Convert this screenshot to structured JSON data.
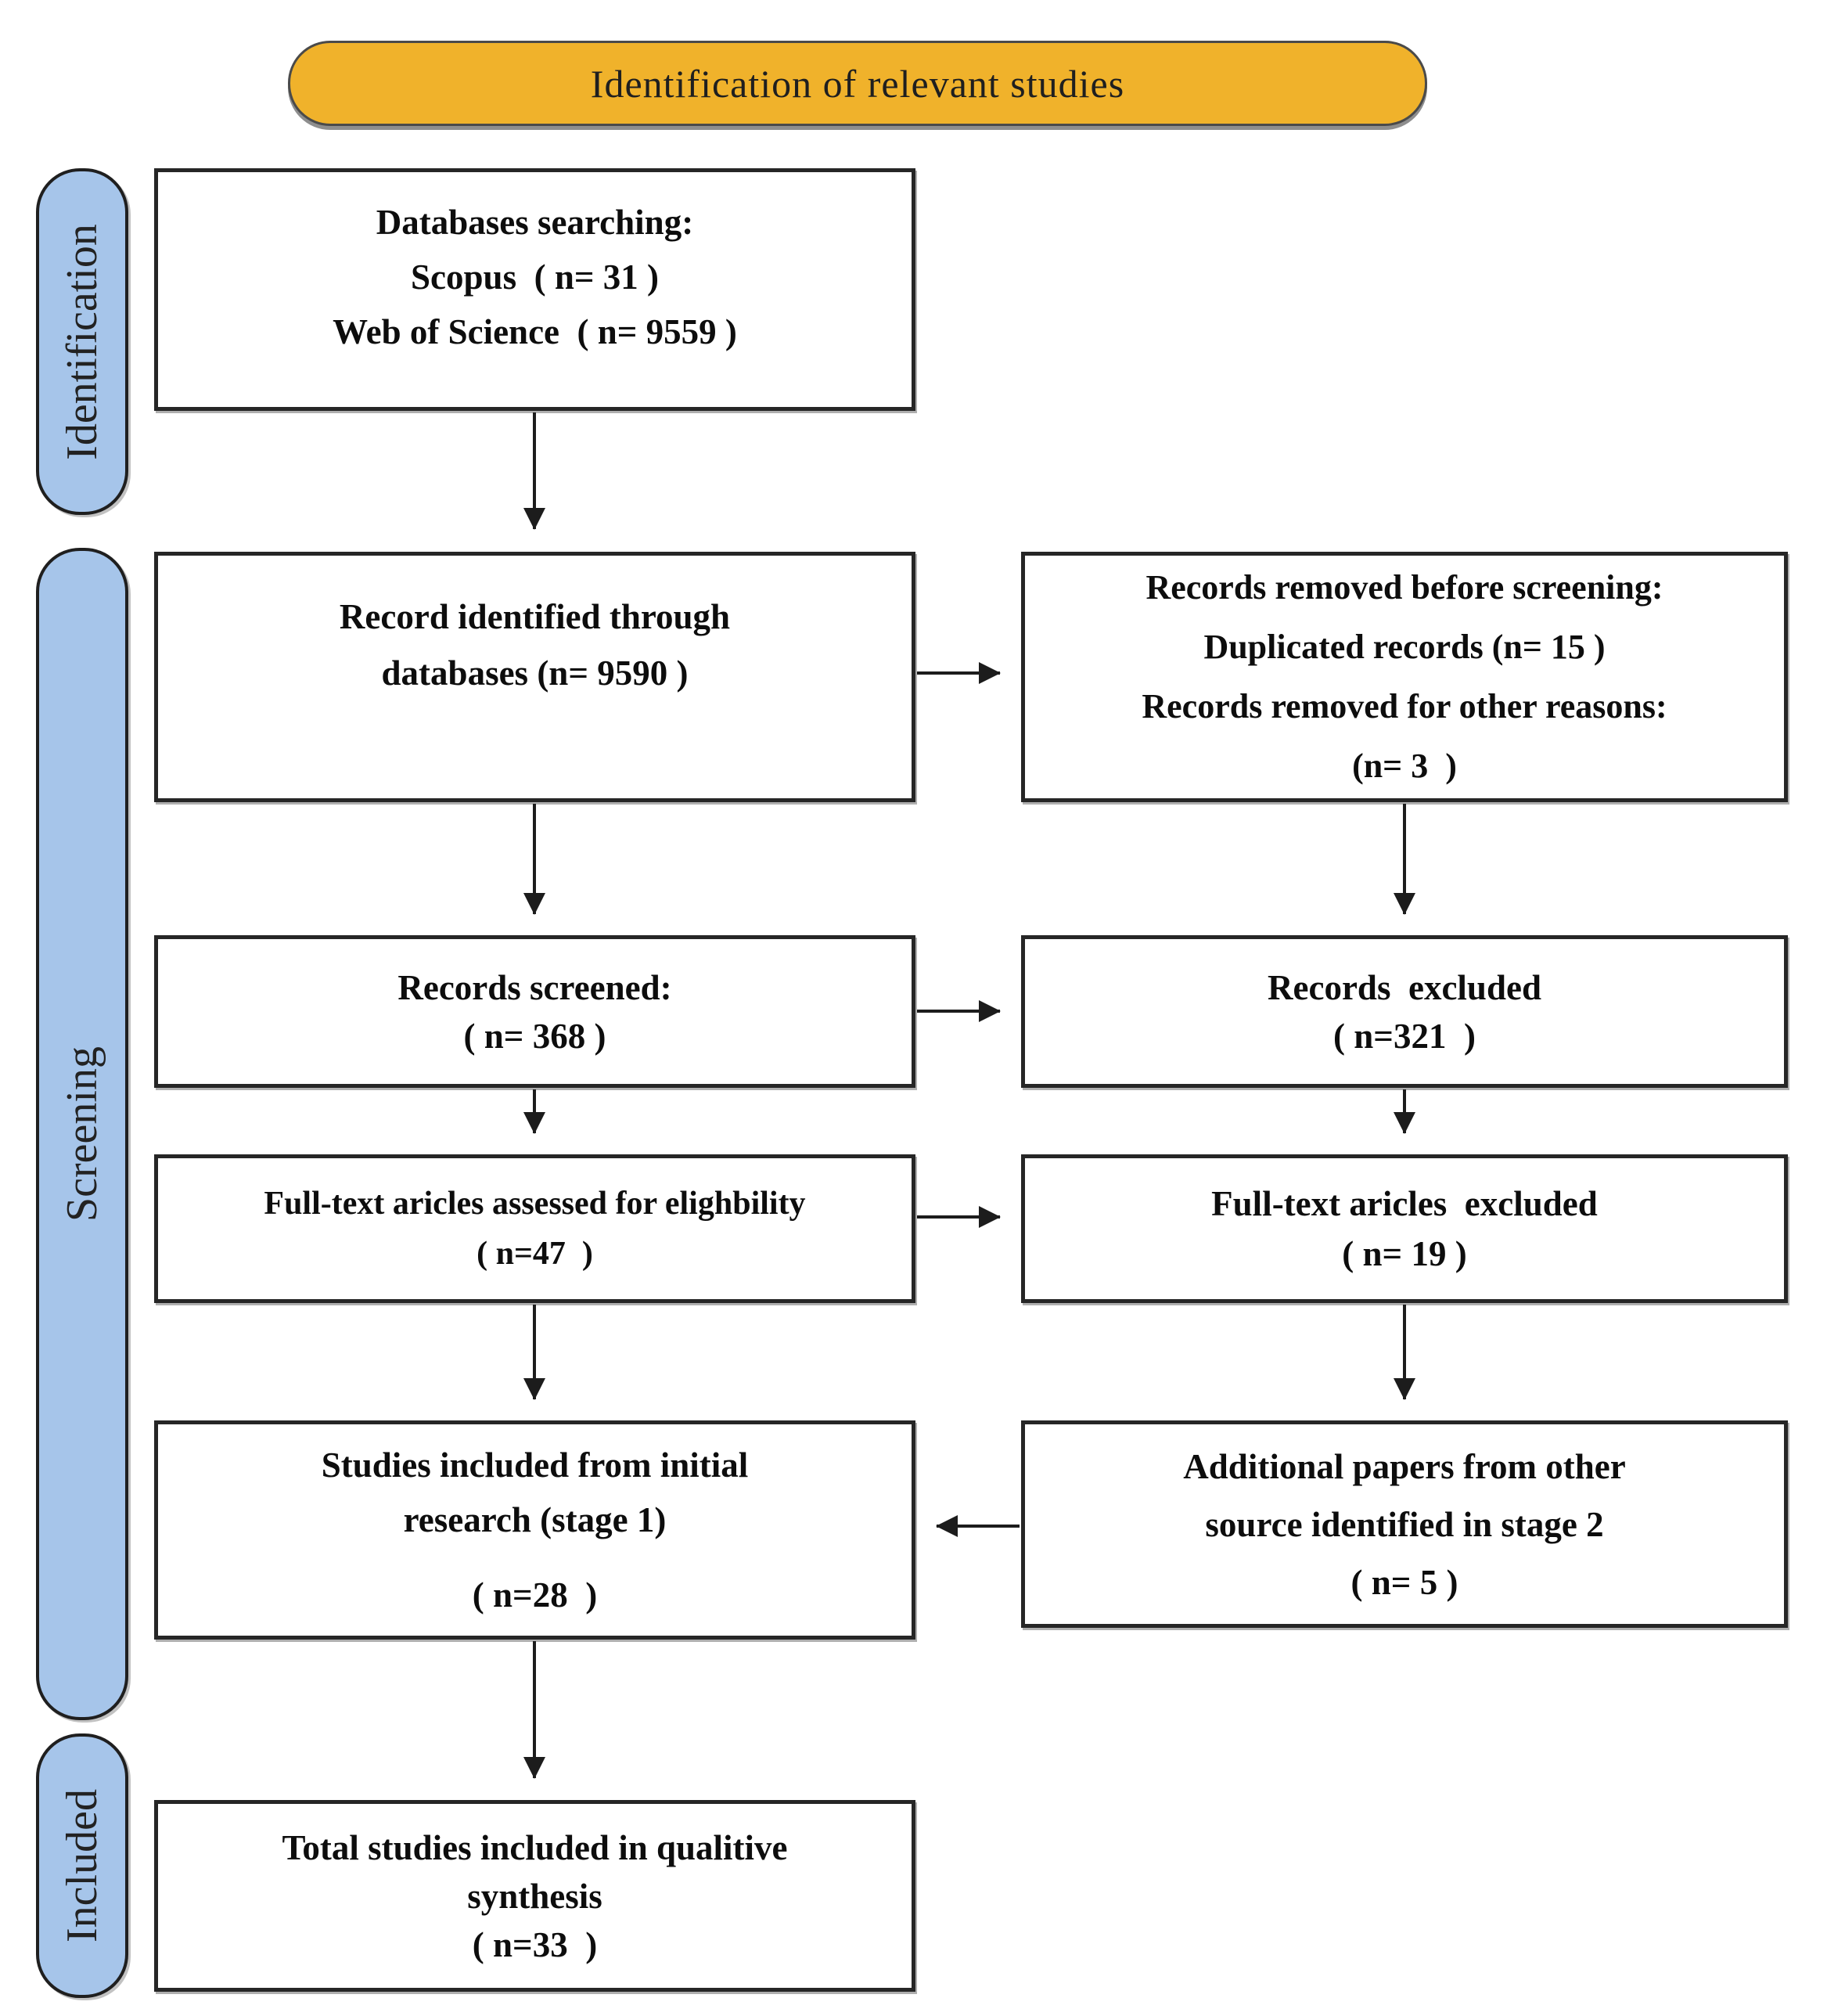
{
  "banner": {
    "label": "Identification of relevant studies"
  },
  "stages": [
    {
      "id": "identification",
      "label": "Identification"
    },
    {
      "id": "screening",
      "label": "Screening"
    },
    {
      "id": "included",
      "label": "Included"
    }
  ],
  "boxes": {
    "databases": {
      "lines": [
        "Databases searching:",
        "Scopus  ( n= 31 )",
        "Web of Science  ( n= 9559 )"
      ]
    },
    "identified": {
      "lines": [
        "Record identified through",
        "databases (n= 9590 )"
      ]
    },
    "removed": {
      "lines": [
        "Records removed before screening:",
        "Duplicated records (n= 15 )",
        "Records removed for other reasons:",
        "(n= 3  )"
      ]
    },
    "screened": {
      "lines": [
        "Records screened:",
        "( n= 368 )"
      ]
    },
    "excluded": {
      "lines": [
        "Records  excluded",
        "( n=321  )"
      ]
    },
    "fulltext": {
      "lines": [
        "Full-text aricles assessed for elighbility",
        "( n=47  )"
      ]
    },
    "fulltext_excluded": {
      "lines": [
        "Full-text aricles  excluded",
        "( n= 19 )"
      ]
    },
    "stage1": {
      "lines": [
        "Studies included from initial",
        "research (stage 1)",
        "( n=28  )"
      ]
    },
    "additional": {
      "lines": [
        "Additional papers from other",
        "source identified in stage 2",
        "( n= 5 )"
      ]
    },
    "total": {
      "lines": [
        "Total studies included in qualitive",
        "synthesis",
        "( n=33  )"
      ]
    }
  },
  "colors": {
    "banner_fill": "#F0B22B",
    "pill_fill": "#A6C5EA",
    "line_color": "#1c1c1c",
    "shadow": "#8e8e8e"
  }
}
